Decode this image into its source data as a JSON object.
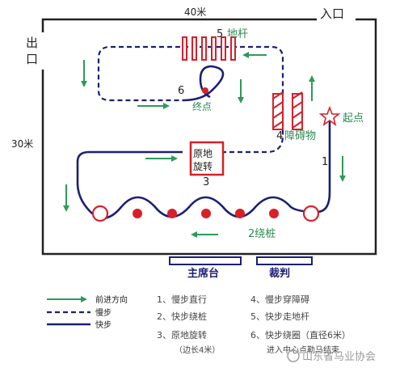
{
  "arena": {
    "width_label": "40米",
    "height_label": "30米",
    "entrance_label": "入口",
    "exit_label": "出口"
  },
  "course": {
    "start_label": "起点",
    "finish_label": "终点",
    "station1_num": "1",
    "station2_label": "2绕桩",
    "station3_num": "3",
    "station3_box": [
      "原地",
      "旋转"
    ],
    "station4_num": "4",
    "station4_label": "障碍物",
    "station5_num": "5",
    "station5_label": "地杆",
    "station6_num": "6"
  },
  "stands": {
    "main_stand": "主席台",
    "judges": "裁判"
  },
  "legend": {
    "arrow": "前进方向",
    "walk": "慢步",
    "trot": "快步"
  },
  "steps": [
    "1、慢步直行",
    "2、快步绕桩",
    "3、原地旋转",
    "（边长4米）",
    "4、慢步穿障碍",
    "5、快步走地杆",
    "6、快步绕圈（直径6米）",
    "进入中心点勒马结束"
  ],
  "watermark": "山东省马业协会",
  "colors": {
    "frame": "#222222",
    "path": "#1c1f73",
    "arrow": "#2e9a5a",
    "accent": "#d6202a",
    "label_green": "#2e8a55"
  }
}
